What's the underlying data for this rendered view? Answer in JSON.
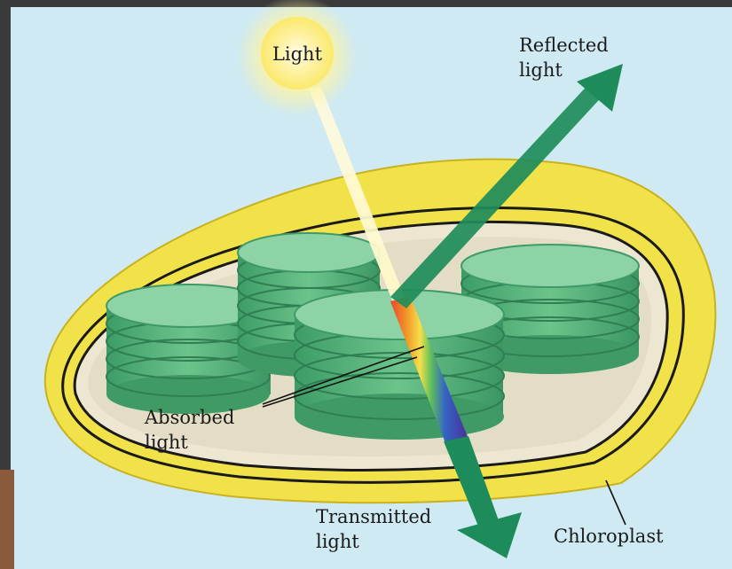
{
  "labels": {
    "light": "Light",
    "reflected_line1": "Reflected",
    "reflected_line2": "light",
    "absorbed_line1": "Absorbed",
    "absorbed_line2": "light",
    "transmitted_line1": "Transmitted",
    "transmitted_line2": "light",
    "chloroplast": "Chloroplast"
  },
  "colors": {
    "background": "#cfeaf3",
    "frame": "#3a3a3a",
    "membrane": "#f2e24a",
    "stroma": "#ede7d2",
    "grana": "#6cc28b",
    "arrow": "#1e8c5a"
  }
}
